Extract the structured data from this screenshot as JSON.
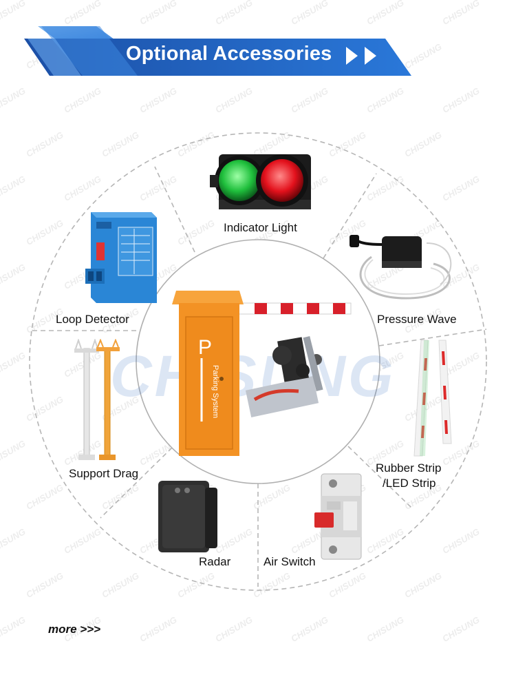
{
  "banner": {
    "title": "Optional Accessories"
  },
  "watermark": {
    "text": "CHISUNG",
    "center_text": "CHISUNG"
  },
  "barrier": {
    "door_text": "Parking System",
    "door_letter": "P"
  },
  "accessories": [
    {
      "label": "Indicator Light",
      "icon": "traffic-light-icon"
    },
    {
      "label": "Pressure Wave",
      "icon": "pressure-wave-sensor-icon"
    },
    {
      "label": "Rubber Strip",
      "label_line2": "/LED Strip",
      "icon": "rubber-strip-icon"
    },
    {
      "label": "Air Switch",
      "icon": "air-switch-icon"
    },
    {
      "label": "Radar",
      "icon": "radar-icon"
    },
    {
      "label": "Support Drag",
      "icon": "support-stand-icon"
    },
    {
      "label": "Loop Detector",
      "icon": "loop-detector-icon"
    }
  ],
  "footer": {
    "more_label": "more >>>"
  },
  "colors": {
    "banner_blue": "#1f63c4",
    "barrier_orange": "#f39224",
    "arm_red": "#d8202a"
  }
}
